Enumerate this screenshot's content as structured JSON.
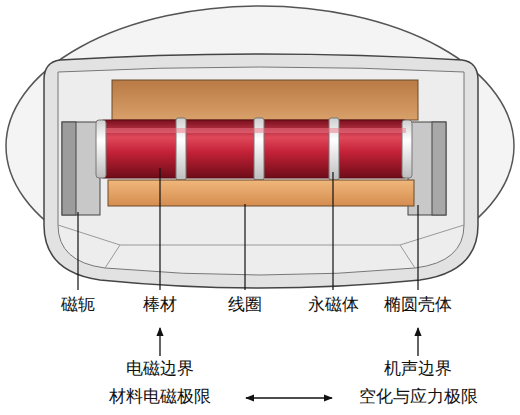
{
  "diagram": {
    "labels": [
      "磁轭",
      "棒材",
      "线圈",
      "永磁体",
      "椭圆壳体",
      "电磁边界",
      "材料电磁极限",
      "机声边界",
      "空化与应力极限"
    ]
  }
}
